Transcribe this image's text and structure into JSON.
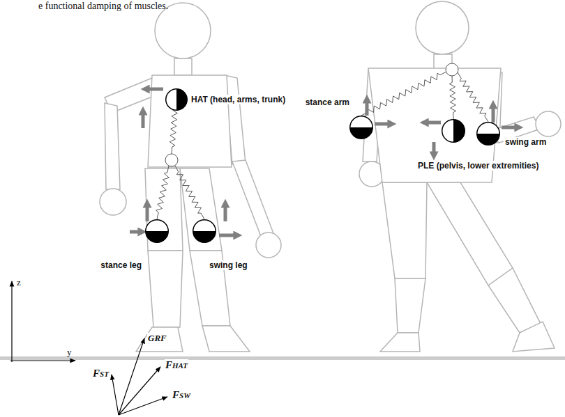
{
  "diagram": {
    "nodes": [
      {
        "text": [
          "HAT (head, arms, trunk)"
        ]
      },
      {
        "text": [
          "stance leg"
        ]
      },
      {
        "text": [
          "swing leg"
        ]
      },
      {
        "text": [
          "stance arm"
        ]
      },
      {
        "text": [
          "PLE (pelvis, lower extremities)"
        ]
      },
      {
        "text": [
          "swing arm"
        ]
      }
    ],
    "labels": [
      "e functional damping of muscles.",
      "z",
      "y",
      "GRF",
      "FST",
      "FHAT",
      "FSW"
    ]
  }
}
